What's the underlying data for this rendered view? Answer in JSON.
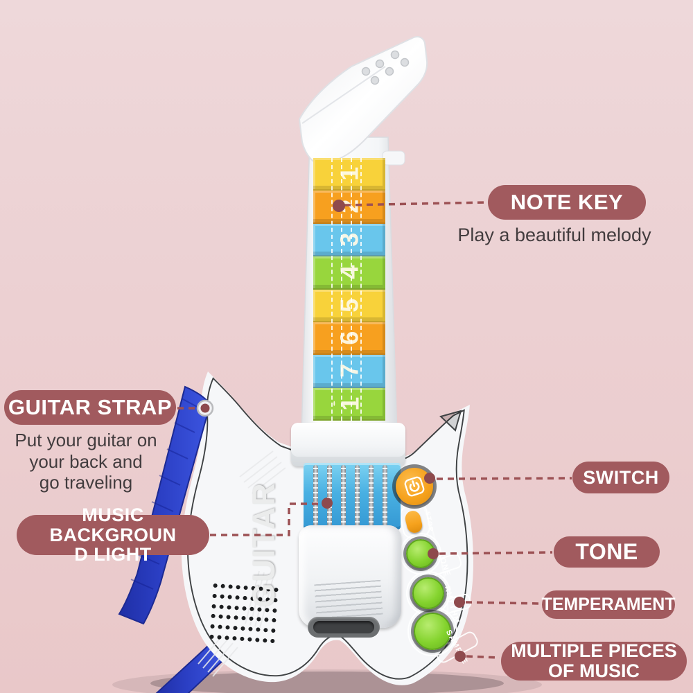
{
  "colors": {
    "bg_top": "#eed8da",
    "bg_bottom": "#e9c8c9",
    "pill_bg": "#a15a5e",
    "dash": "#9c5154",
    "dot": "#8e4a4d",
    "strap_blue": "#2b3fc4",
    "pad_blue": "#3498d3",
    "green": "#84d32e",
    "orange": "#f6a21d",
    "body_gray": "#585b5d"
  },
  "callouts": {
    "note_key": {
      "label": "NOTE KEY",
      "sub": "Play a beautiful melody"
    },
    "guitar_strap": {
      "label": "GUITAR STRAP",
      "sub_lines": [
        "Put your guitar on",
        "your back and",
        "go traveling"
      ]
    },
    "music_background_light": {
      "label_lines": [
        "MUSIC BACKGROUN",
        "D LIGHT"
      ]
    },
    "switch": {
      "label": "SWITCH"
    },
    "tone": {
      "label": "TONE"
    },
    "temperament": {
      "label": "TEMPERAMENT"
    },
    "multiple_pieces": {
      "label_lines": [
        "MULTIPLE PIECES",
        "OF MUSIC"
      ]
    }
  },
  "guitar": {
    "brand": "GUITAR",
    "note_keys": [
      {
        "label": "1",
        "color": "#f8d23a"
      },
      {
        "label": "2",
        "color": "#f7a01f"
      },
      {
        "label": "3",
        "color": "#69c6ec"
      },
      {
        "label": "4",
        "color": "#98d63d"
      },
      {
        "label": "5",
        "color": "#f8d23a"
      },
      {
        "label": "6",
        "color": "#f7a01f"
      },
      {
        "label": "7",
        "color": "#69c6ec"
      },
      {
        "label": "1",
        "octave_dot": true,
        "color": "#98d63d"
      }
    ],
    "buttons": {
      "stop": "STOP",
      "tone": "TONE",
      "rhythm": "RHYTHM",
      "sample": "SAMPLE"
    },
    "icons": {
      "power": "power-icon"
    }
  }
}
